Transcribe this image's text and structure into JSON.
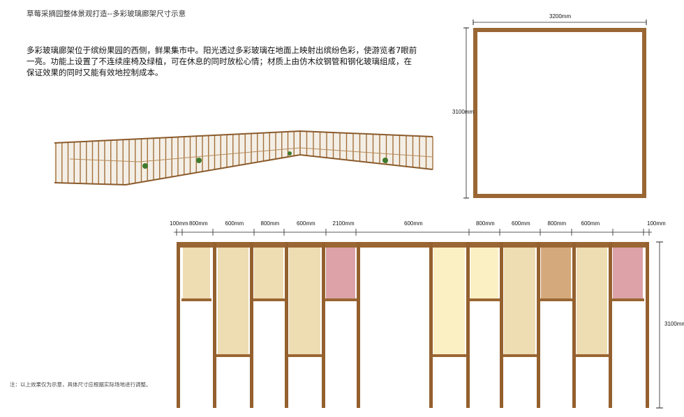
{
  "title": "草莓采摘园整体景观打造--多彩玻璃廊架尺寸示意",
  "description": "多彩玻璃廊架位于缤纷果园的西侧，鲜果集市中。阳光透过多彩玻璃在地面上映射出缤纷色彩，使游览者7眼前一亮。功能上设置了不连续座椅及绿植，可在休息的同时放松心情；材质上由仿木纹钢管和钢化玻璃组成，在保证效果的同时又能有效地控制成本。",
  "note": "注：以上效果仅为示意，具体尺寸应根据实际场地进行调整。",
  "square_frame": {
    "width_label": "3200mm",
    "height_label": "3100mm"
  },
  "elevation": {
    "segment_labels": [
      "100mm",
      "800mm",
      "600mm",
      "800mm",
      "600mm",
      "2100mm",
      "600mm",
      "800mm",
      "600mm",
      "800mm",
      "600mm",
      "100mm"
    ],
    "height_label": "3100mm",
    "panel_colors": [
      "#eedcb2",
      "#eedcb2",
      "#eedcb2",
      "#eedcb2",
      "#dca2a8",
      "none",
      "#fbefc4",
      "#fbefc4",
      "#eedcb2",
      "#d4aa7c",
      "#eedcb2",
      "#dca2a8"
    ]
  },
  "colors": {
    "wood": "#8a5a2b",
    "wood_light": "#b07a45"
  }
}
